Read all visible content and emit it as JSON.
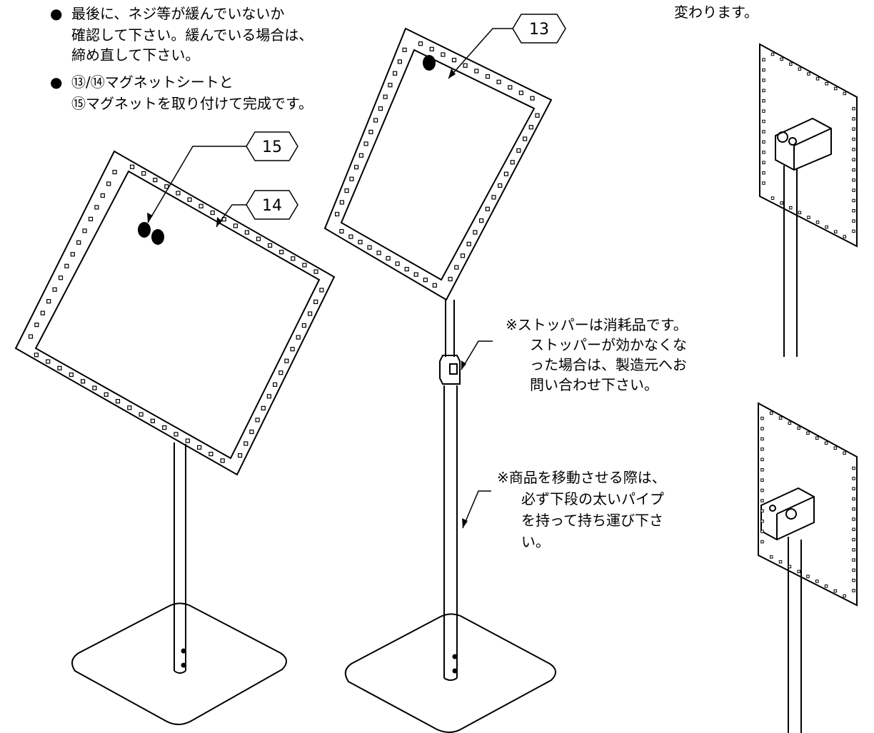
{
  "instructions": {
    "bullet_symbol": "●",
    "step_final_line1": "最後に、ネジ等が緩んでいないか",
    "step_final_line2": "確認して下さい。緩んでいる場合は、",
    "step_final_line3": "締め直して下さい。",
    "step_magnet_line1": "⑬/⑭マグネットシートと",
    "step_magnet_line2": "⑮マグネットを取り付けて完成です。"
  },
  "top_right_note": "変わります。",
  "callouts": {
    "part_13": "13",
    "part_14": "14",
    "part_15": "15"
  },
  "notes": {
    "stopper_line1": "※ストッパーは消耗品です。",
    "stopper_line2": "ストッパーが効かなくな",
    "stopper_line3": "った場合は、製造元へお",
    "stopper_line4": "問い合わせ下さい。",
    "moving_line1": "※商品を移動させる際は、",
    "moving_line2": "必ず下段の太いパイプ",
    "moving_line3": "を持って持ち運び下さ",
    "moving_line4": "い。"
  },
  "colors": {
    "line": "#000000",
    "background": "#ffffff"
  }
}
